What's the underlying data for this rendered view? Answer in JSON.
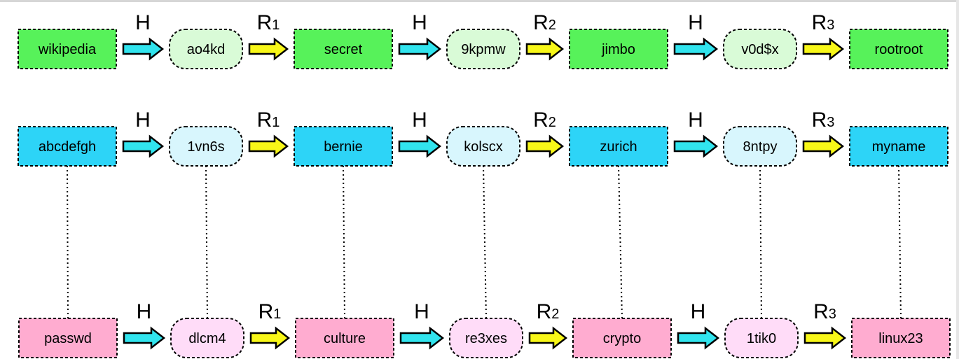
{
  "colors": {
    "green_pw": "#57f25a",
    "green_hash": "#d9fbd7",
    "blue_pw": "#2dd4f7",
    "blue_hash": "#d8f6fd",
    "pink_pw": "#ffacd0",
    "pink_hash": "#ffdcf8",
    "arrow_hash": "#31e4ee",
    "arrow_reduce": "#f8f718"
  },
  "operators": {
    "hash": "H",
    "reduce_letter": "R",
    "reduce_subs": [
      "1",
      "2",
      "3"
    ]
  },
  "chains": [
    {
      "id": "chain-green",
      "scheme": "green",
      "passwords": [
        "wikipedia",
        "secret",
        "jimbo",
        "rootroot"
      ],
      "hashes": [
        "ao4kd",
        "9kpmw",
        "v0d$x"
      ]
    },
    {
      "id": "chain-blue",
      "scheme": "blue",
      "passwords": [
        "abcdefgh",
        "bernie",
        "zurich",
        "myname"
      ],
      "hashes": [
        "1vn6s",
        "kolscx",
        "8ntpy"
      ]
    },
    {
      "id": "chain-pink",
      "scheme": "pink",
      "passwords": [
        "passwd",
        "culture",
        "crypto",
        "linux23"
      ],
      "hashes": [
        "dlcm4",
        "re3xes",
        "1tik0"
      ]
    }
  ]
}
